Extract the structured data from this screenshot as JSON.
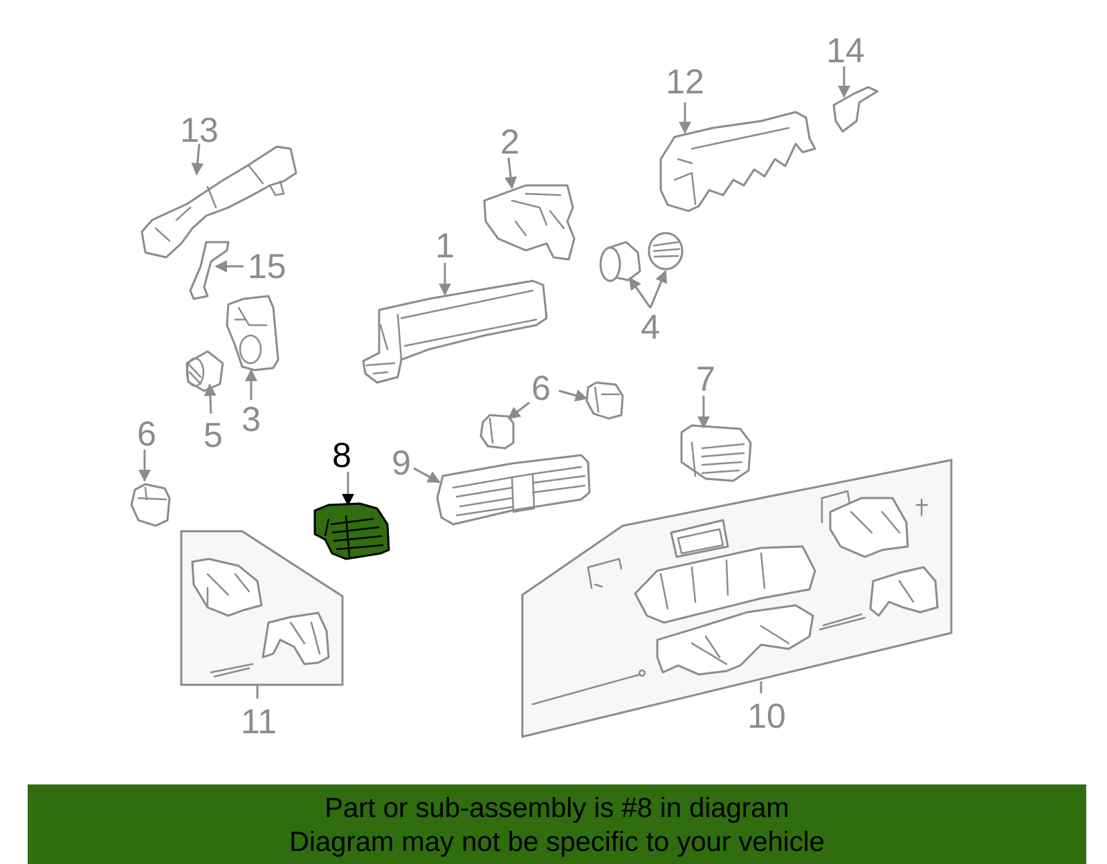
{
  "labels": {
    "p1": "1",
    "p2": "2",
    "p3": "3",
    "p4": "4",
    "p5": "5",
    "p6a": "6",
    "p6b": "6",
    "p7": "7",
    "p8": "8",
    "p9": "9",
    "p10": "10",
    "p11": "11",
    "p12": "12",
    "p13": "13",
    "p14": "14",
    "p15": "15"
  },
  "highlight_part": "8",
  "colors": {
    "highlight": "#2f6d0e",
    "line": "#8c8c8c",
    "banner": "#2f6d0e"
  },
  "banner": {
    "line1": "Part or sub-assembly is #8 in diagram",
    "line2": "Diagram may not be specific to your vehicle"
  }
}
